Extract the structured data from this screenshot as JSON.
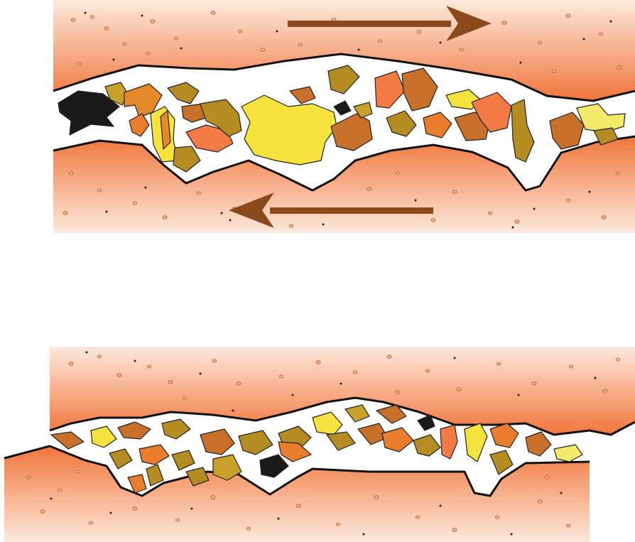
{
  "diagram": {
    "panels": [
      {
        "name": "top-panel",
        "arrows": [
          "right",
          "left"
        ]
      },
      {
        "name": "bottom-panel",
        "arrows": []
      }
    ],
    "colors": {
      "rock_dark": "#f0753a",
      "rock_light": "#fde9dc",
      "arrow": "#8a4a1c",
      "outline": "#111111",
      "fragment_palette": [
        "#f5e23c",
        "#b58c22",
        "#e97d2d",
        "#f47a45",
        "#c8702a",
        "#f3ea6a",
        "#1a1a1a"
      ]
    }
  }
}
